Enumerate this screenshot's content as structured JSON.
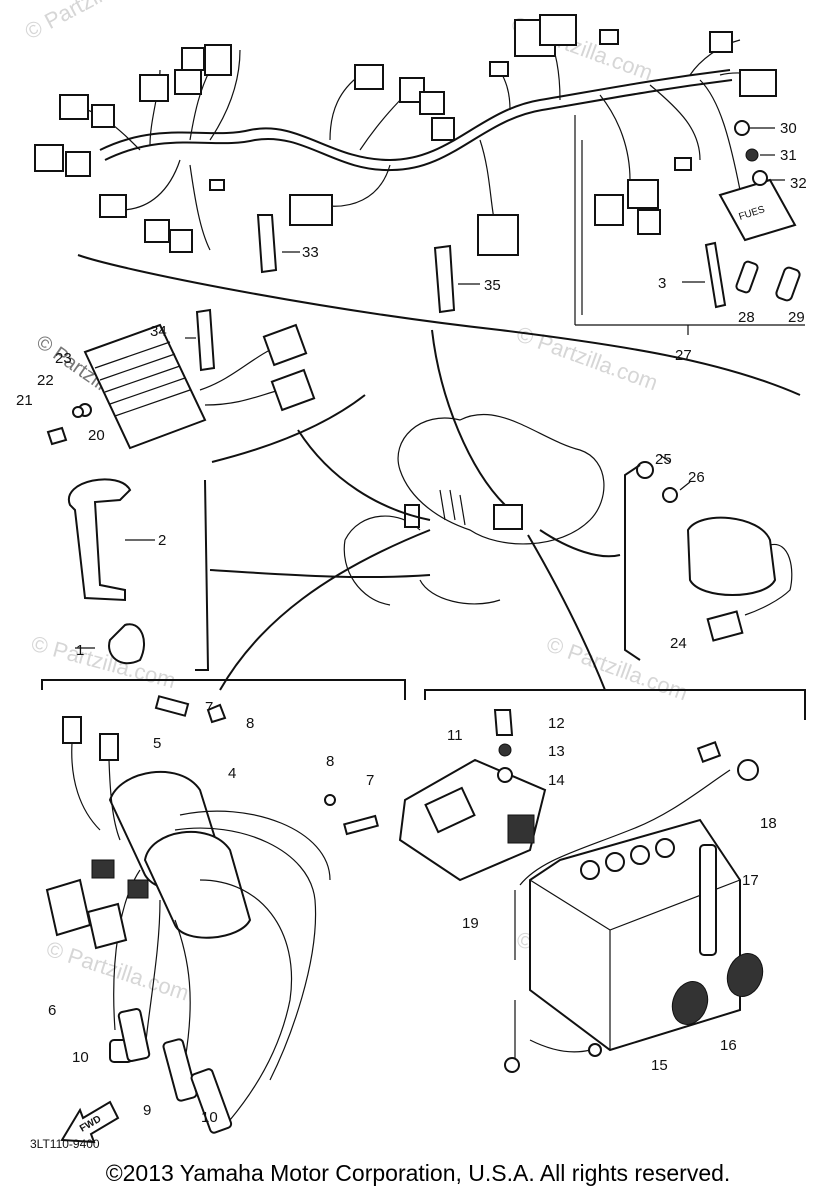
{
  "diagram": {
    "ref_code": "3LT110-9400",
    "fuse_box_label": "FUES",
    "fwd_label": "FWD",
    "watermark": "© Partzilla.com",
    "watermark_short": "© Partzilla.com",
    "copyright": "©2013 Yamaha Motor Corporation, U.S.A. All rights reserved.",
    "callouts": [
      {
        "id": "p1",
        "text": "1"
      },
      {
        "id": "p2",
        "text": "2"
      },
      {
        "id": "p3",
        "text": "3"
      },
      {
        "id": "p4",
        "text": "4"
      },
      {
        "id": "p5",
        "text": "5"
      },
      {
        "id": "p6",
        "text": "6"
      },
      {
        "id": "p7a",
        "text": "7"
      },
      {
        "id": "p7b",
        "text": "7"
      },
      {
        "id": "p8a",
        "text": "8"
      },
      {
        "id": "p8b",
        "text": "8"
      },
      {
        "id": "p9",
        "text": "9"
      },
      {
        "id": "p10a",
        "text": "10"
      },
      {
        "id": "p10b",
        "text": "10"
      },
      {
        "id": "p11",
        "text": "11"
      },
      {
        "id": "p12",
        "text": "12"
      },
      {
        "id": "p13",
        "text": "13"
      },
      {
        "id": "p14",
        "text": "14"
      },
      {
        "id": "p15",
        "text": "15"
      },
      {
        "id": "p16",
        "text": "16"
      },
      {
        "id": "p17",
        "text": "17"
      },
      {
        "id": "p18",
        "text": "18"
      },
      {
        "id": "p19",
        "text": "19"
      },
      {
        "id": "p20",
        "text": "20"
      },
      {
        "id": "p21",
        "text": "21"
      },
      {
        "id": "p22",
        "text": "22"
      },
      {
        "id": "p23",
        "text": "23"
      },
      {
        "id": "p24",
        "text": "24"
      },
      {
        "id": "p25",
        "text": "25"
      },
      {
        "id": "p26",
        "text": "26"
      },
      {
        "id": "p27",
        "text": "27"
      },
      {
        "id": "p28",
        "text": "28"
      },
      {
        "id": "p29",
        "text": "29"
      },
      {
        "id": "p30",
        "text": "30"
      },
      {
        "id": "p31",
        "text": "31"
      },
      {
        "id": "p32",
        "text": "32"
      },
      {
        "id": "p33",
        "text": "33"
      },
      {
        "id": "p34",
        "text": "34"
      },
      {
        "id": "p35",
        "text": "35"
      }
    ]
  }
}
